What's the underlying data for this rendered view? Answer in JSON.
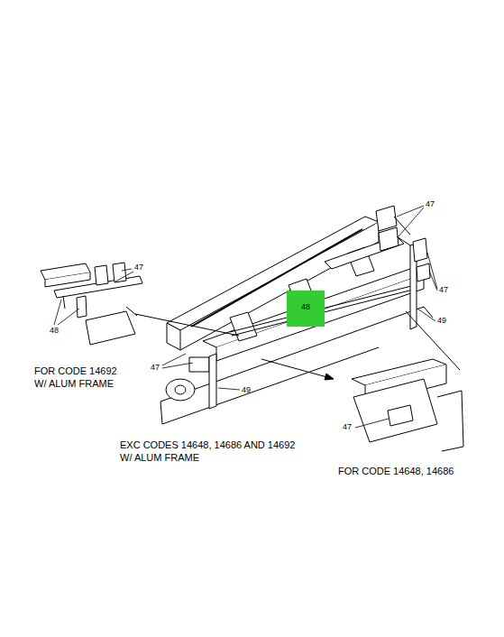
{
  "diagram": {
    "nodes": [
      {
        "text": [
          "48"
        ]
      }
    ],
    "labels": [
      "47",
      "47",
      "47",
      "49",
      "48",
      "47",
      "FOR CODE 14692 W/ ALUM FRAME",
      "49",
      "47",
      "EXC CODES 14648, 14686 AND 14692 W/ ALUM FRAME",
      "FOR CODE 14648, 14686"
    ]
  }
}
